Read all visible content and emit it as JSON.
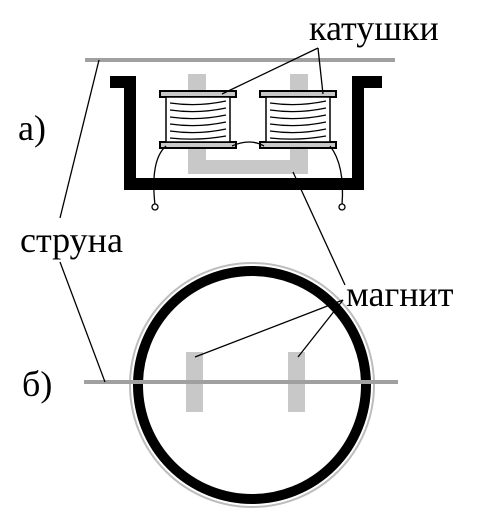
{
  "labels": {
    "coils": "катушки",
    "string": "струна",
    "magnet": "магнит",
    "view_a": "а)",
    "view_b": "б)"
  },
  "colors": {
    "background": "#ffffff",
    "ink": "#000000",
    "string_gray": "#a0a0a0",
    "magnet_gray": "#c8c8c8",
    "ring_outer_gray": "#bdbdbd"
  }
}
